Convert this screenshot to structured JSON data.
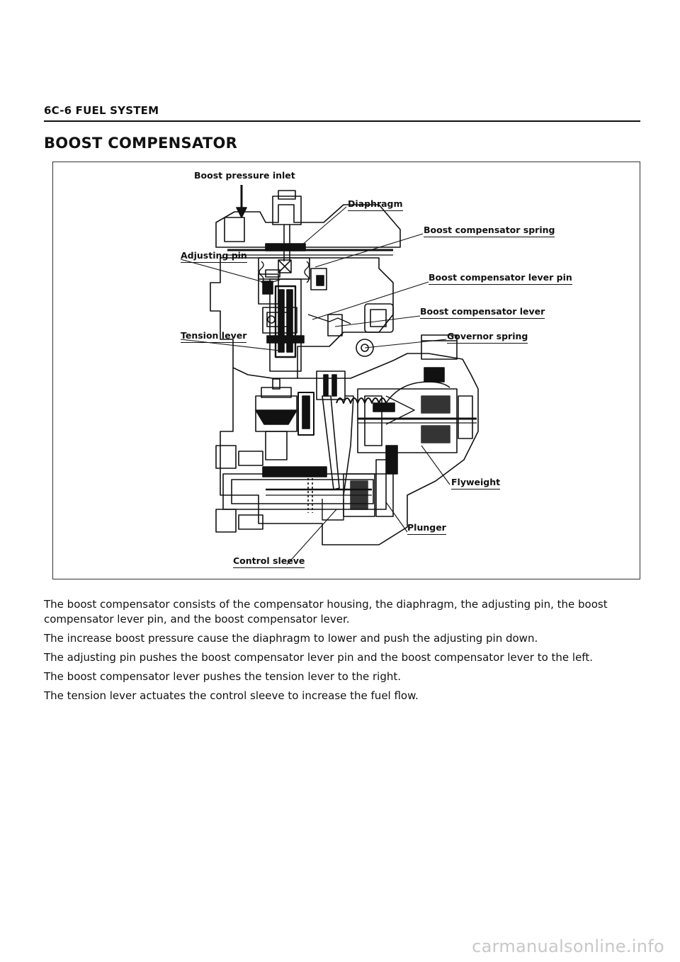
{
  "header": {
    "section": "6C-6 FUEL SYSTEM"
  },
  "title": "BOOST COMPENSATOR",
  "figure": {
    "labels": {
      "boost_pressure_inlet": "Boost pressure inlet",
      "diaphragm": "Diaphragm",
      "boost_compensator_spring": "Boost compensator spring",
      "adjusting_pin": "Adjusting pin",
      "boost_compensator_lever_pin": "Boost compensator lever pin",
      "boost_compensator_lever": "Boost compensator lever",
      "tension_lever": "Tension lever",
      "governor_spring": "Governor spring",
      "flyweight": "Flyweight",
      "plunger": "Plunger",
      "control_sleeve": "Control sleeve"
    }
  },
  "paragraphs": [
    "The boost compensator consists of the compensator housing, the diaphragm, the adjusting pin, the boost compensator lever pin, and the boost compensator lever.",
    "The increase boost pressure cause the diaphragm to lower and push the adjusting pin down.",
    "The adjusting pin pushes the boost compensator lever pin and the boost compensator lever to the left.",
    "The boost compensator lever pushes the tension lever to the right.",
    "The tension lever actuates the control sleeve to increase the fuel flow."
  ],
  "watermark": "carmanualsonline.info"
}
